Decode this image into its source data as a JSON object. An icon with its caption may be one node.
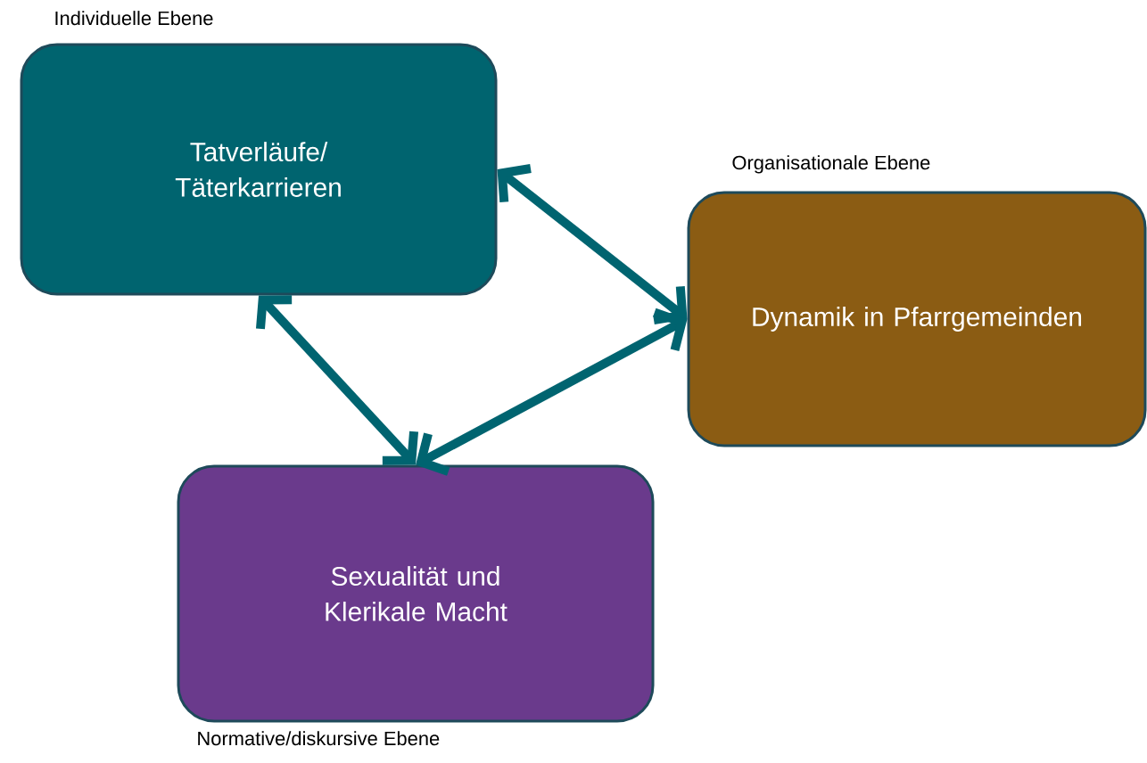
{
  "diagram": {
    "nodes": [
      {
        "text": [
          "Tatverläufe/ Täterkarrieren"
        ],
        "beside": [
          "Individuelle Ebene"
        ]
      },
      {
        "text": [
          "Dynamik in Pfarrgemeinden"
        ],
        "beside": [
          "Organisationale Ebene"
        ]
      },
      {
        "text": [
          "Sexualität und Klerikale Macht"
        ],
        "beside": [
          "Normative/diskursive Ebene"
        ]
      }
    ],
    "edges": [
      {
        "from": 0,
        "to": 1,
        "arrow": "both"
      },
      {
        "from": 0,
        "to": 2,
        "arrow": "both"
      },
      {
        "from": 2,
        "to": 1,
        "arrow": "both"
      }
    ]
  }
}
